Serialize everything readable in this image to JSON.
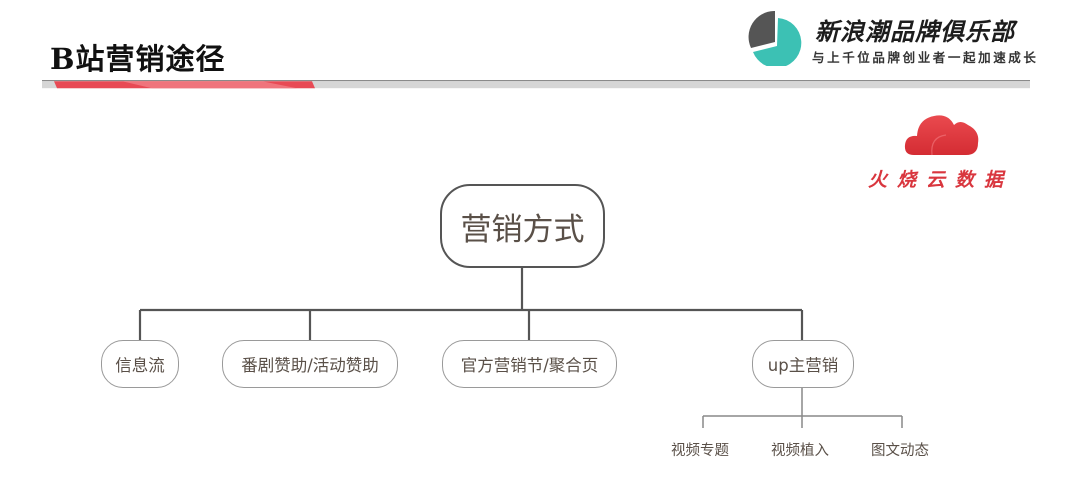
{
  "header": {
    "title": "B站营销途径",
    "title_bar_colors": {
      "accent": "#e84a55",
      "track": "#d6d6d6"
    }
  },
  "brand": {
    "logo_icon": "pie-chart-logo-icon",
    "name": "新浪潮品牌俱乐部",
    "slogan": "与上千位品牌创业者一起加速成长",
    "colors": {
      "dark": "#555555",
      "teal": "#3cc1b4"
    }
  },
  "watermark": {
    "icon": "red-cloud-icon",
    "label": "火烧云数据",
    "color": "#d9363e"
  },
  "diagram": {
    "root": {
      "label": "营销方式"
    },
    "children": [
      {
        "label": "信息流"
      },
      {
        "label": "番剧赞助/活动赞助"
      },
      {
        "label": "官方营销节/聚合页"
      },
      {
        "label": "up主营销",
        "children": [
          {
            "label": "视频专题"
          },
          {
            "label": "视频植入"
          },
          {
            "label": "图文动态"
          }
        ]
      }
    ]
  }
}
